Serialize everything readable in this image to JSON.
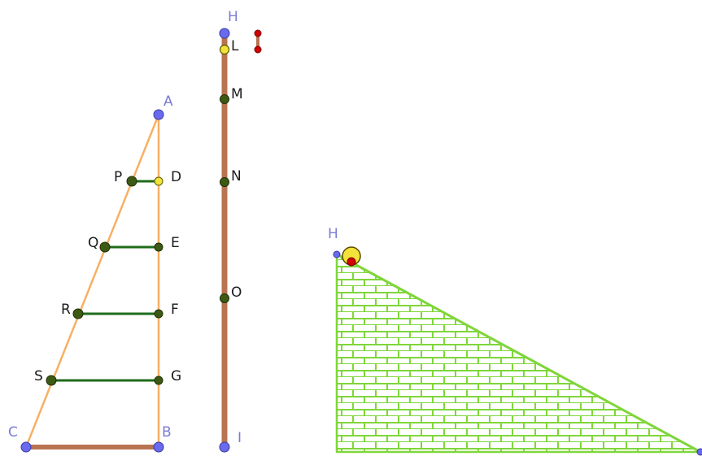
{
  "colors": {
    "blue_point": "#6a6aee",
    "blue_label": "#7b7bd6",
    "dark_point": "#3d5a14",
    "yellow_point": "#f2e23a",
    "red_point": "#d20000",
    "orange_line": "#f7b063",
    "brown_segment": "#b87451",
    "green_segment": "#1f6b1a",
    "brick_green": "#7fd63a",
    "black_label": "#1a1a1a"
  },
  "left_figure": {
    "apex_label": "A",
    "base_left_label": "C",
    "base_right_label": "B",
    "right_side_labels": [
      "D",
      "E",
      "F",
      "G"
    ],
    "left_side_labels": [
      "P",
      "Q",
      "R",
      "S"
    ]
  },
  "vertical_bar": {
    "top_label": "H",
    "bottom_label": "I",
    "point_labels": [
      "L",
      "M",
      "N",
      "O"
    ]
  },
  "right_figure": {
    "top_label": "H"
  }
}
